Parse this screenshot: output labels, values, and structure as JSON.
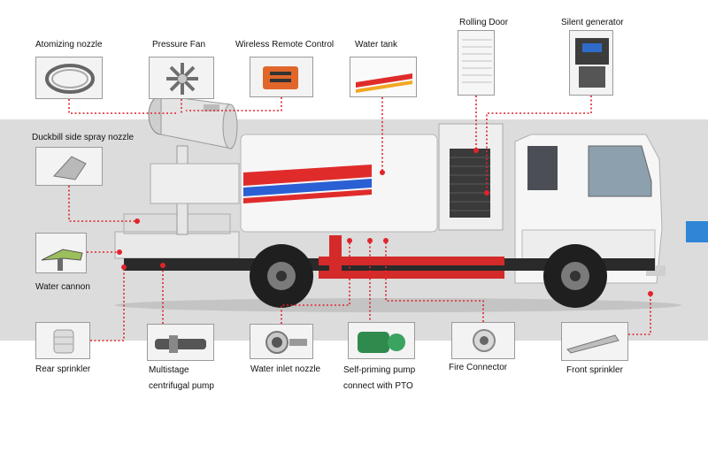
{
  "labels": {
    "atomizing_nozzle": "Atomizing nozzle",
    "pressure_fan": "Pressure Fan",
    "wireless_remote": "Wireless Remote Control",
    "water_tank": "Water tank",
    "rolling_door": "Rolling Door",
    "silent_generator": "Silent generator",
    "duckbill": "Duckbill side spray nozzle",
    "water_cannon": "Water cannon",
    "rear_sprinkler": "Rear sprinkler",
    "multistage_line1": "Multistage",
    "multistage_line2": "centrifugal pump",
    "water_inlet": "Water inlet nozzle",
    "self_priming_line1": "Self-priming pump",
    "self_priming_line2": "connect with PTO",
    "fire_connector": "Fire Connector",
    "front_sprinkler": "Front sprinkler"
  },
  "colors": {
    "leader": "#e0242d",
    "band": "#dcdcdc",
    "tab": "#2f86d6",
    "truck_white": "#f4f5f6",
    "chassis_red": "#d42a2a",
    "chassis_black": "#2a2a2a"
  }
}
